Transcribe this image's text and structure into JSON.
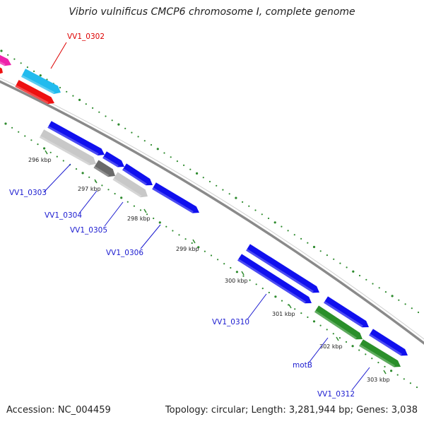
{
  "title": "Vibrio vulnificus CMCP6 chromosome I, complete genome",
  "footer": {
    "accession": "Accession: NC_004459",
    "summary": "Topology: circular; Length: 3,281,944 bp; Genes: 3,038"
  },
  "colors": {
    "backbone": "#8a8a8a",
    "dots": "#2e8b2e",
    "blue": "#1010ee",
    "grey": "#c8c8c8",
    "darkgrey": "#6a6a6a",
    "green": "#2a8f2a",
    "red": "#ee1111",
    "cyan": "#22bbee",
    "magenta": "#ee22aa",
    "label_blue": "#1a1ad0",
    "label_red": "#dd0000"
  },
  "ticks": [
    {
      "label": "296 kbp"
    },
    {
      "label": "297 kbp"
    },
    {
      "label": "298 kbp"
    },
    {
      "label": "299 kbp"
    },
    {
      "label": "300 kbp"
    },
    {
      "label": "301 kbp"
    },
    {
      "label": "302 kbp"
    },
    {
      "label": "303 kbp"
    }
  ],
  "gene_labels": [
    {
      "text": "VV1_0302",
      "color": "red"
    },
    {
      "text": "VV1_0303",
      "color": "blue"
    },
    {
      "text": "VV1_0304",
      "color": "blue"
    },
    {
      "text": "VV1_0305",
      "color": "blue"
    },
    {
      "text": "VV1_0306",
      "color": "blue"
    },
    {
      "text": "VV1_0310",
      "color": "blue"
    },
    {
      "text": "motB",
      "color": "blue"
    },
    {
      "text": "VV1_0312",
      "color": "blue"
    }
  ]
}
